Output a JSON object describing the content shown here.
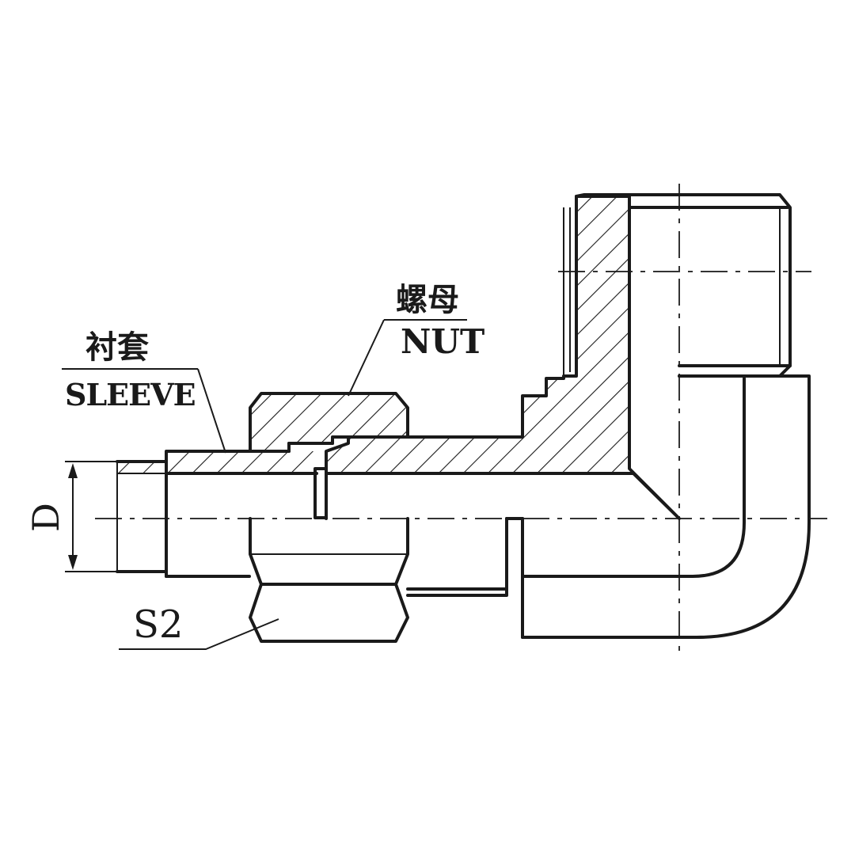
{
  "labels": {
    "sleeve_cn": "衬套",
    "sleeve_en": "SLEEVE",
    "nut_cn": "螺母",
    "nut_en": "NUT",
    "dimension_d": "D",
    "dimension_s2": "S2"
  },
  "colors": {
    "ink": "#1a1a1a",
    "background": "#ffffff"
  }
}
